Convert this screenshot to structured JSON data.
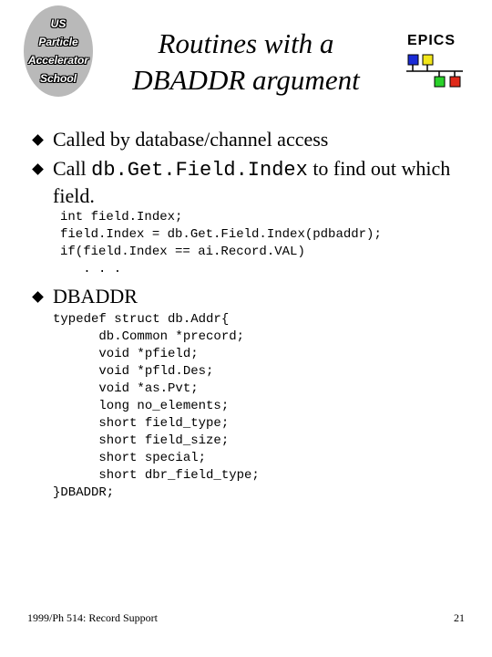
{
  "logo": {
    "lines": [
      "US",
      "Particle",
      "Accelerator",
      "School"
    ]
  },
  "slide": {
    "title_line1": "Routines with a",
    "title_line2": "DBADDR argument"
  },
  "epics": {
    "label": "EPICS",
    "colors": {
      "top_left": "#1a2bd6",
      "top_right": "#f2e61a",
      "bottom_left": "#2ad12a",
      "bottom_right": "#e02a1a"
    }
  },
  "bullets": [
    {
      "text": "Called by database/channel access"
    },
    {
      "prefix": "Call ",
      "code": "db.Get.Field.Index",
      "suffix": " to find out which",
      "continuation": "field."
    },
    {
      "text": "DBADDR"
    }
  ],
  "code_block_1": [
    "int field.Index;",
    "field.Index = db.Get.Field.Index(pdbaddr);",
    "if(field.Index == ai.Record.VAL)",
    "   . . ."
  ],
  "code_block_2": [
    "typedef struct db.Addr{",
    "      db.Common *precord;",
    "      void *pfield;",
    "      void *pfld.Des;",
    "      void *as.Pvt;",
    "      long no_elements;",
    "      short field_type;",
    "      short field_size;",
    "      short special;",
    "      short dbr_field_type;",
    "}DBADDR;"
  ],
  "footer": {
    "left": "1999/Ph 514: Record Support",
    "page": "21"
  }
}
